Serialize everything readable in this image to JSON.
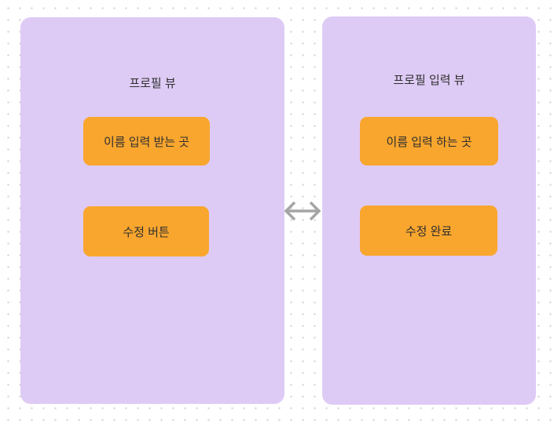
{
  "canvas": {
    "background_color": "#FFFFFF",
    "dot_grid_color": "#D5CED8"
  },
  "left_frame": {
    "title": "프로필 뷰",
    "fill_color": "#DECBF5",
    "boxes": [
      {
        "label": "이름 입력 받는 곳"
      },
      {
        "label": "수정 버튼"
      }
    ]
  },
  "right_frame": {
    "title": "프로필 입력 뷰",
    "fill_color": "#DECBF5",
    "boxes": [
      {
        "label": "이름 입력 하는 곳"
      },
      {
        "label": "수정 완료"
      }
    ]
  },
  "connector": {
    "type": "bidirectional-arrow",
    "color": "#A5A5A5"
  },
  "colors": {
    "box_fill": "#F9A62E",
    "text": "#2F2F2F"
  }
}
